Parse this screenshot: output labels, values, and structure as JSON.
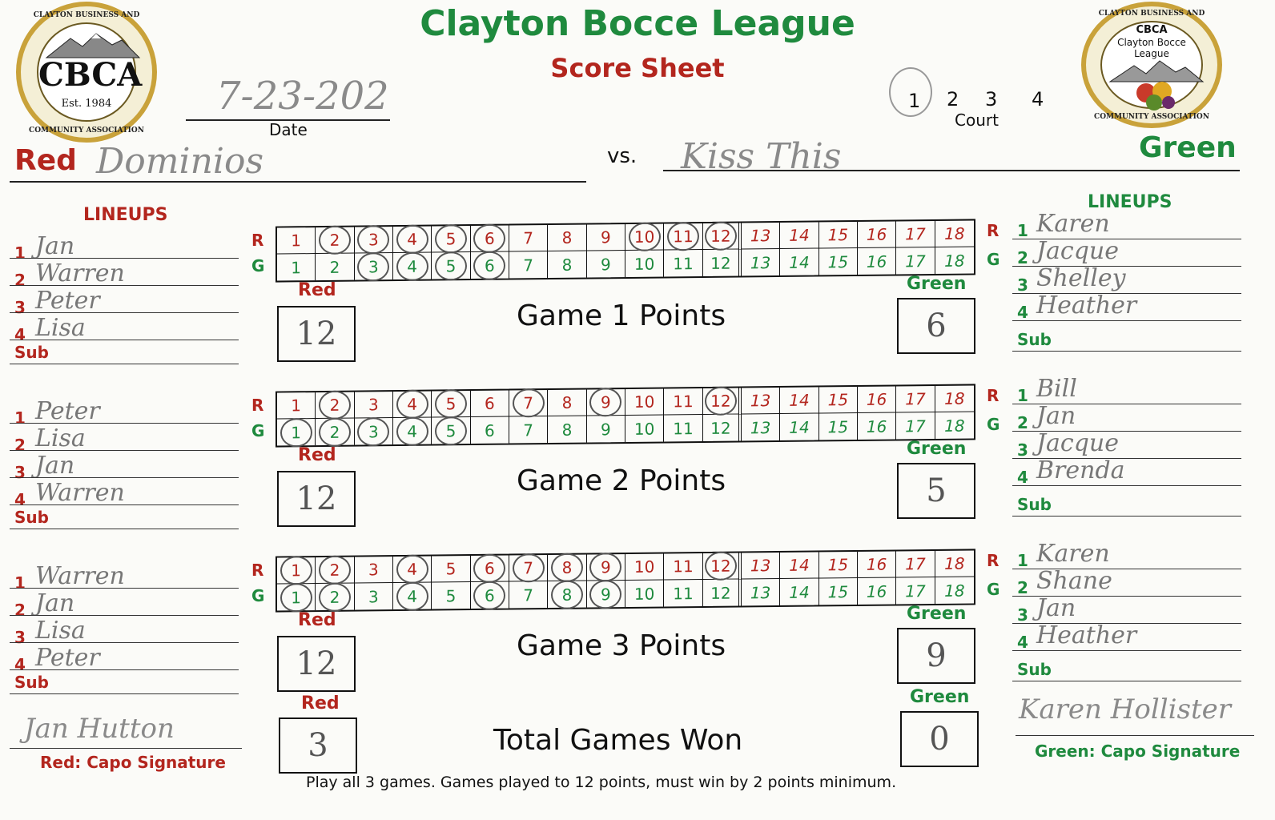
{
  "header": {
    "title": "Clayton Bocce League",
    "subtitle": "Score Sheet",
    "date_label": "Date",
    "date_value": "7-23-202",
    "court_numbers": [
      "1",
      "2",
      "3",
      "4"
    ],
    "court_label": "Court",
    "vs": "vs."
  },
  "logos": {
    "left": {
      "abbr": "CBCA",
      "est": "Est. 1984",
      "ring_top": "CLAYTON BUSINESS AND",
      "ring_bottom": "COMMUNITY ASSOCIATION"
    },
    "right": {
      "abbr": "CBCA",
      "line1": "Clayton Bocce",
      "line2": "League",
      "ring_top": "CLAYTON BUSINESS AND",
      "ring_bottom": "COMMUNITY ASSOCIATION"
    }
  },
  "teams": {
    "red_label": "Red",
    "red_name": "Dominios",
    "green_label": "Green",
    "green_name": "Kiss This"
  },
  "lineups_label": "LINEUPS",
  "sub_label": "Sub",
  "row_labels": {
    "red": "R",
    "green": "G"
  },
  "point_numbers": [
    "1",
    "2",
    "3",
    "4",
    "5",
    "6",
    "7",
    "8",
    "9",
    "10",
    "11",
    "12",
    "13",
    "14",
    "15",
    "16",
    "17",
    "18"
  ],
  "games": [
    {
      "title": "Game 1 Points",
      "red_score": "12",
      "green_score": "6",
      "red_lineup": [
        "Jan",
        "Warren",
        "Peter",
        "Lisa"
      ],
      "green_lineup": [
        "Karen",
        "Jacque",
        "Shelley",
        "Heather"
      ],
      "red_circled": [
        2,
        3,
        4,
        5,
        6,
        10,
        11,
        12
      ],
      "green_circled": [
        3,
        4,
        5,
        6
      ]
    },
    {
      "title": "Game 2 Points",
      "red_score": "12",
      "green_score": "5",
      "red_lineup": [
        "Peter",
        "Lisa",
        "Jan",
        "Warren"
      ],
      "green_lineup": [
        "Bill",
        "Jan",
        "Jacque",
        "Brenda"
      ],
      "red_circled": [
        2,
        4,
        5,
        7,
        9,
        12
      ],
      "green_circled": [
        1,
        2,
        3,
        4,
        5
      ]
    },
    {
      "title": "Game 3 Points",
      "red_score": "12",
      "green_score": "9",
      "red_lineup": [
        "Warren",
        "Jan",
        "Lisa",
        "Peter"
      ],
      "green_lineup": [
        "Karen",
        "Shane",
        "Jan",
        "Heather"
      ],
      "red_circled": [
        1,
        2,
        4,
        6,
        7,
        8,
        9,
        12
      ],
      "green_circled": [
        1,
        2,
        4,
        6,
        8,
        9
      ]
    }
  ],
  "lineup_numbers": [
    "1",
    "2",
    "3",
    "4"
  ],
  "total": {
    "title": "Total Games Won",
    "red_label": "Red",
    "green_label": "Green",
    "red_won": "3",
    "green_won": "0"
  },
  "signatures": {
    "red_label": "Red: Capo Signature",
    "green_label": "Green: Capo Signature",
    "red_sig": "Jan Hutton",
    "green_sig": "Karen Hollister"
  },
  "footer_note": "Play all 3 games. Games played to 12 points, must win by 2 points minimum."
}
